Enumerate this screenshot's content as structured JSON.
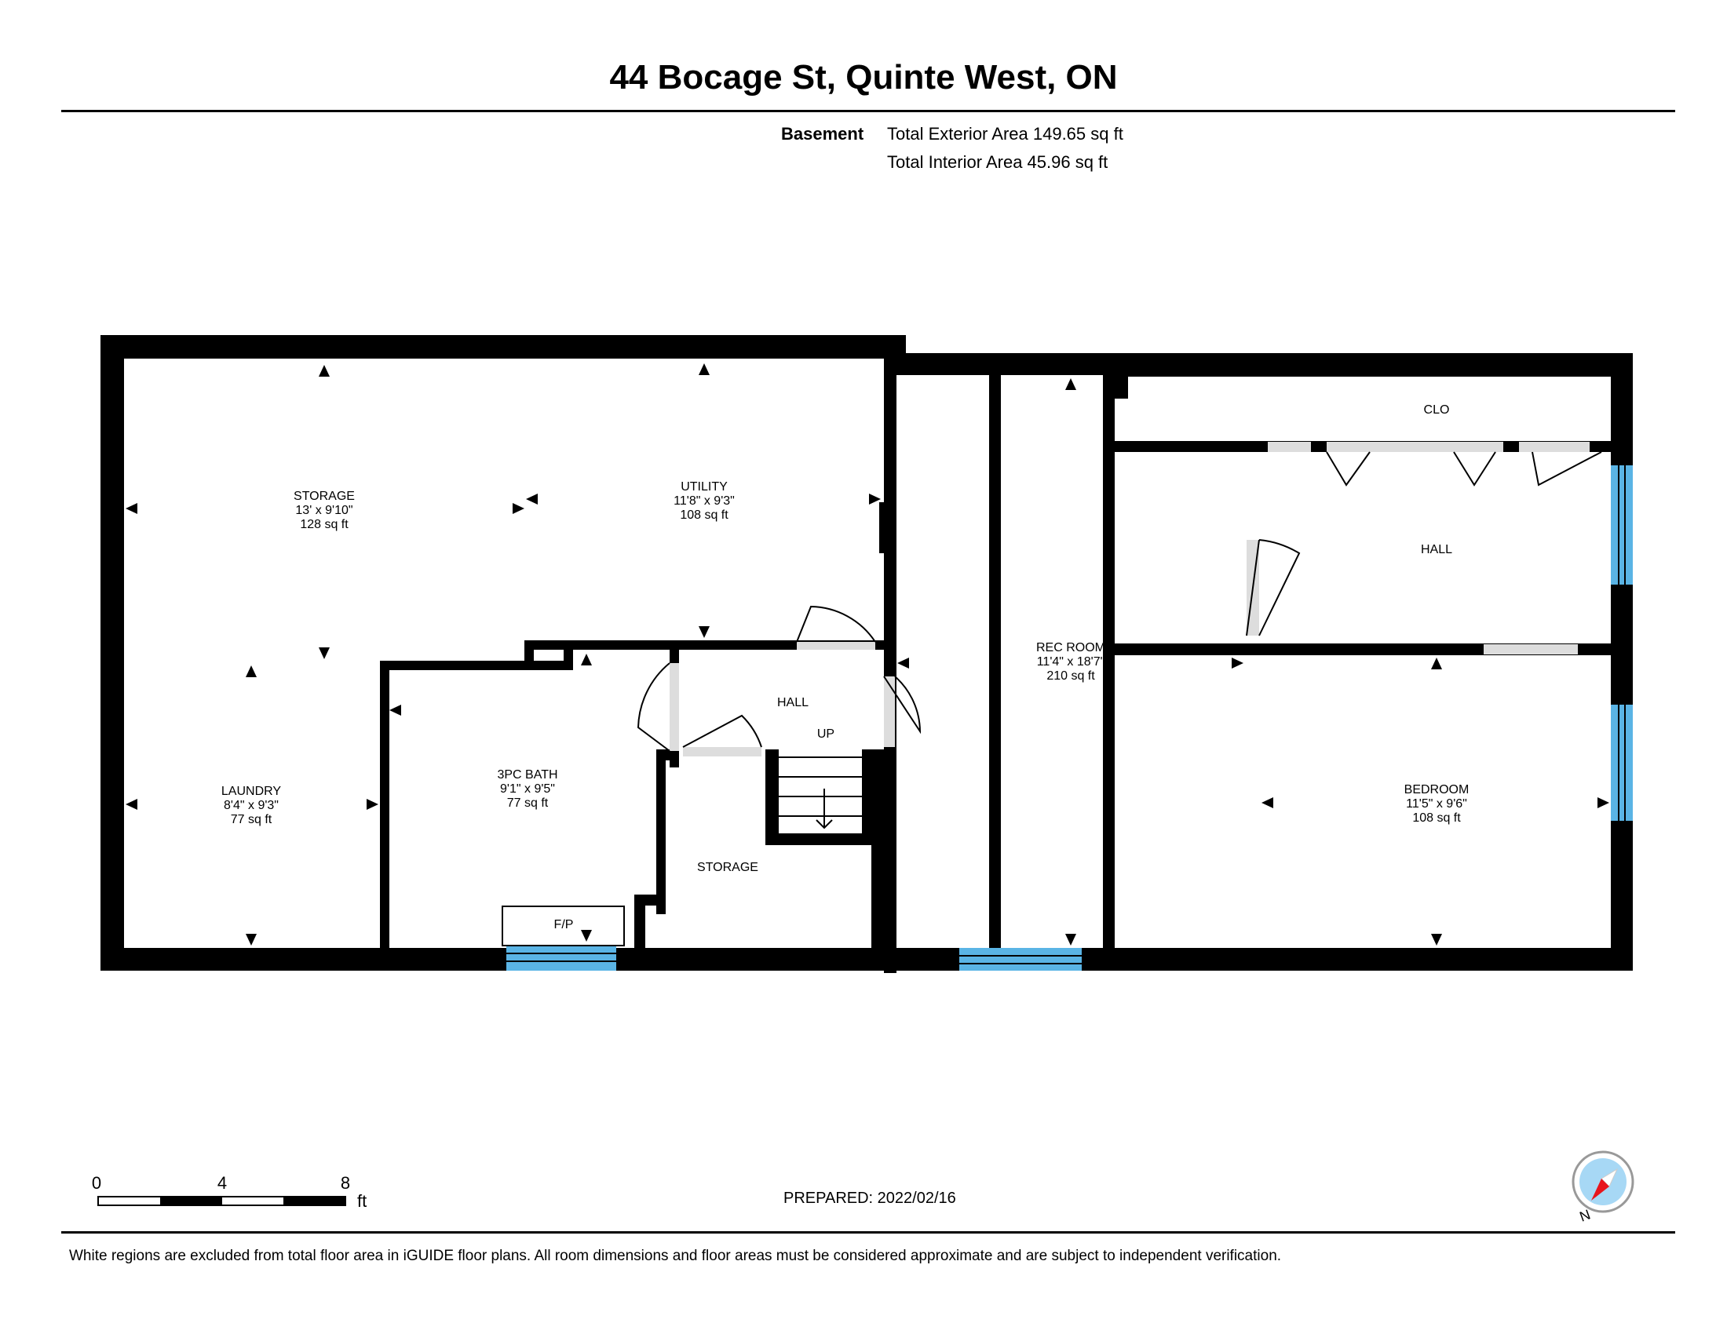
{
  "header": {
    "title": "44 Bocage St, Quinte West, ON",
    "level_name": "Basement",
    "exterior_area": "Total Exterior Area 149.65 sq ft",
    "interior_area": "Total Interior Area 45.96 sq ft"
  },
  "rooms": {
    "storage_large": {
      "name": "STORAGE",
      "dims": "13' x 9'10\"",
      "area": "128 sq ft"
    },
    "utility": {
      "name": "UTILITY",
      "dims": "11'8\" x 9'3\"",
      "area": "108 sq ft"
    },
    "laundry": {
      "name": "LAUNDRY",
      "dims": "8'4\" x 9'3\"",
      "area": "77 sq ft"
    },
    "bath": {
      "name": "3PC BATH",
      "dims": "9'1\" x 9'5\"",
      "area": "77 sq ft"
    },
    "hall_center": {
      "name": "HALL"
    },
    "up": {
      "name": "UP"
    },
    "storage_small": {
      "name": "STORAGE"
    },
    "fp": {
      "name": "F/P"
    },
    "rec_room": {
      "name": "REC ROOM",
      "dims": "11'4\" x 18'7\"",
      "area": "210 sq ft"
    },
    "clo": {
      "name": "CLO"
    },
    "hall_right": {
      "name": "HALL"
    },
    "bedroom": {
      "name": "BEDROOM",
      "dims": "11'5\" x 9'6\"",
      "area": "108 sq ft"
    }
  },
  "scale_bar": {
    "labels": [
      "0",
      "4",
      "8"
    ],
    "unit": "ft"
  },
  "compass": {
    "letter": "N"
  },
  "footer": {
    "prepared": "PREPARED: 2022/02/16",
    "disclaimer": "White regions are excluded from total floor area in iGUIDE floor plans. All room dimensions and floor areas must be considered approximate and are subject to independent verification."
  },
  "colors": {
    "wall": "#000000",
    "window": "#5ab4e5",
    "door_opening": "#dddddd",
    "compass_fill": "#a7d8f5",
    "compass_needle": "#e8141c"
  }
}
